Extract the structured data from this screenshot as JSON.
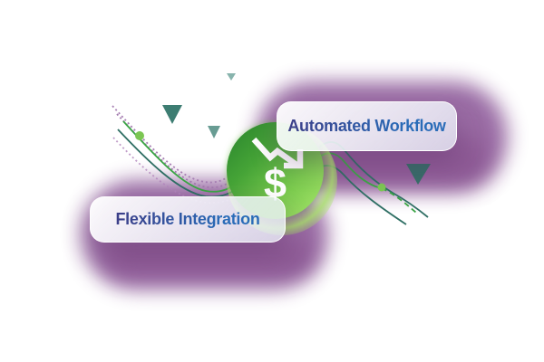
{
  "illustration": {
    "cards": [
      {
        "id": "automated-workflow",
        "label": "Automated Workflow"
      },
      {
        "id": "flexible-integration",
        "label": "Flexible Integration"
      }
    ],
    "badge": {
      "symbol": "$",
      "icon": "trend-down-arrow-icon"
    },
    "colors": {
      "background": "#ffffff",
      "blob_purple": "#9768a2",
      "blob_purple_dark": "#8a5591",
      "circle_green_dark": "#27832c",
      "circle_green_light": "#a9e76b",
      "glow_green": "#a8e468",
      "dot_green": "#7cc653",
      "line_green": "#3ba545",
      "line_teal": "#2f6f64",
      "line_purple": "#a77fb3",
      "triangle_teal": "#33766a",
      "card_background": "#f7fafd",
      "card_text_gradient_start": "#3c3e88",
      "card_text_gradient_end": "#2a6cb8",
      "arrow_white": "#ffffff"
    }
  }
}
